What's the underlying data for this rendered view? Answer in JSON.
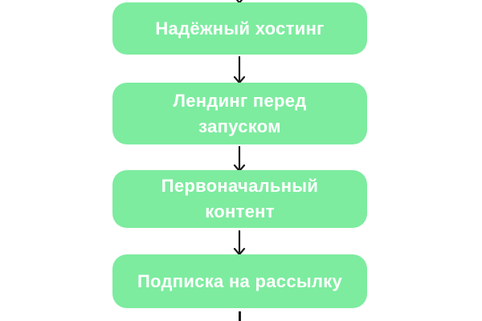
{
  "flowchart": {
    "background_color": "#ffffff",
    "node_color": "#7dec9f",
    "node_text_color": "#ffffff",
    "arrow_color": "#1c1c1c",
    "arrow_icon": "arrow-down",
    "nodes": [
      {
        "label": "Надёжный хостинг",
        "lines": [
          "Надёжный хостинг"
        ]
      },
      {
        "label": "Лендинг перед запуском",
        "lines": [
          "Лендинг перед",
          "запуском"
        ]
      },
      {
        "label": "Первоначальный контент",
        "lines": [
          "Первоначальный",
          "контент"
        ]
      },
      {
        "label": "Подписка на рассылку",
        "lines": [
          "Подписка на рассылку"
        ]
      }
    ]
  }
}
